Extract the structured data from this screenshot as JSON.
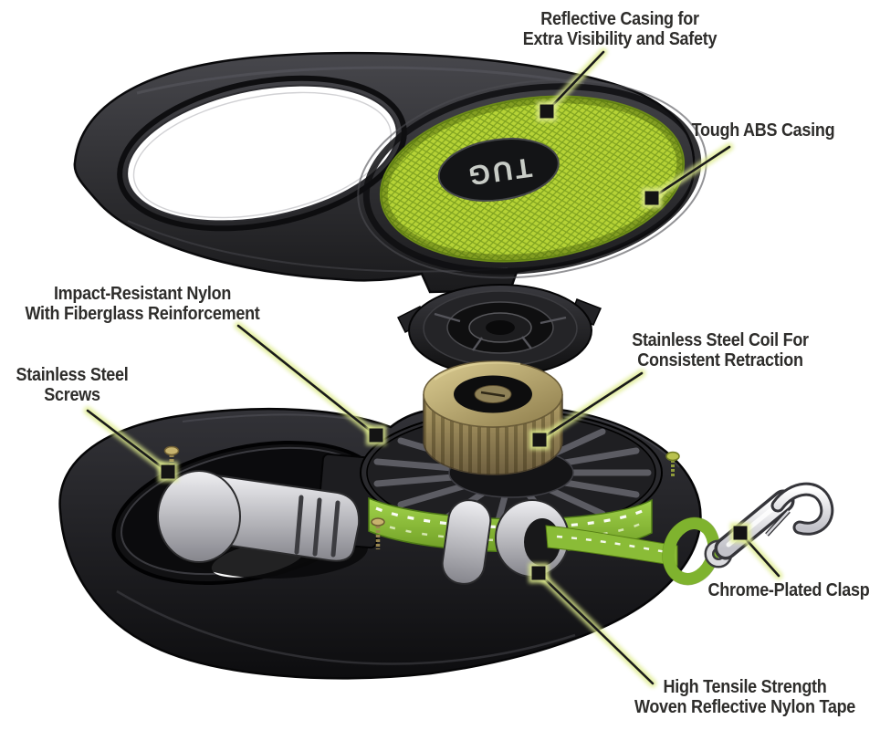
{
  "product": {
    "logo": "TUG"
  },
  "annotations": [
    {
      "id": "reflective-casing",
      "lines": [
        "Reflective Casing for",
        "Extra Visibility and Safety"
      ]
    },
    {
      "id": "tough-abs-casing",
      "lines": [
        "Tough ABS Casing"
      ]
    },
    {
      "id": "impact-nylon",
      "lines": [
        "Impact-Resistant Nylon",
        "With Fiberglass Reinforcement"
      ]
    },
    {
      "id": "stainless-screws",
      "lines": [
        "Stainless Steel",
        "Screws"
      ]
    },
    {
      "id": "steel-coil",
      "lines": [
        "Stainless Steel Coil For",
        "Consistent Retraction"
      ]
    },
    {
      "id": "chrome-clasp",
      "lines": [
        "Chrome-Plated Clasp"
      ]
    },
    {
      "id": "nylon-tape",
      "lines": [
        "High Tensile Strength",
        "Woven Reflective Nylon Tape"
      ]
    }
  ],
  "colors": {
    "background": "#ffffff",
    "label_text": "#2e2d2b",
    "leader_line": "#1a1a1a",
    "leader_glow": "#dfec8e",
    "marker_fill": "#141414",
    "reflective_green": "#b6d336",
    "reflective_grid": "#7da01f",
    "tape_green": "#8dc63f",
    "casing_dark": "#242427",
    "coil_brass": "#b3a26b",
    "clasp_chrome": "#e9e9ec"
  }
}
